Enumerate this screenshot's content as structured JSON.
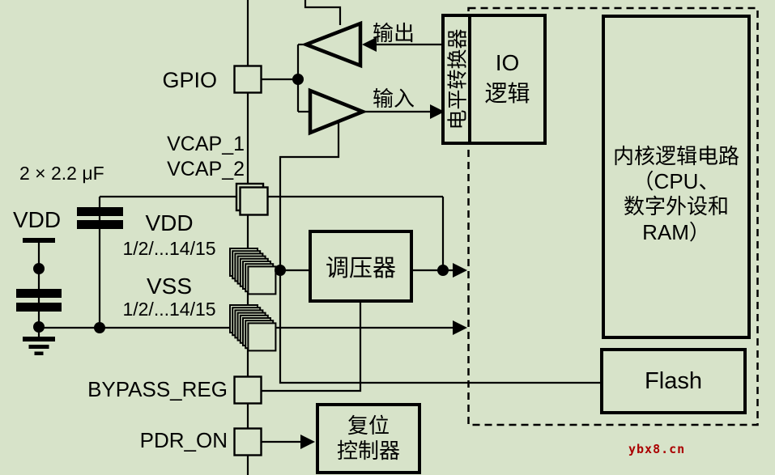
{
  "colors": {
    "background": "#d7e3c9",
    "line": "#000000",
    "watermark": "#aa0000"
  },
  "watermark": {
    "text": "ybx8.cn"
  },
  "pins": {
    "gpio": {
      "label": "GPIO"
    },
    "vcap": {
      "label_1": "VCAP_1",
      "label_2": "VCAP_2"
    },
    "vdd_group": {
      "name": "VDD",
      "range": "1/2/...14/15"
    },
    "vss_group": {
      "name": "VSS",
      "range": "1/2/...14/15"
    },
    "bypass_reg": {
      "label": "BYPASS_REG"
    },
    "pdr_on": {
      "label": "PDR_ON"
    }
  },
  "external": {
    "supply_label": "VDD",
    "cap_value": "2 × 2.2 μF"
  },
  "signals": {
    "output": "输出",
    "input": "输入"
  },
  "blocks": {
    "level_shifter": {
      "label": "电平转换器"
    },
    "io_logic": {
      "line1": "IO",
      "line2": "逻辑"
    },
    "regulator": {
      "label": "调压器"
    },
    "core_logic": {
      "line1": "内核逻辑电路",
      "line2": "（CPU、",
      "line3": "数字外设和",
      "line4": "RAM）"
    },
    "flash": {
      "label": "Flash"
    },
    "reset_controller": {
      "line1": "复位",
      "line2": "控制器"
    }
  }
}
